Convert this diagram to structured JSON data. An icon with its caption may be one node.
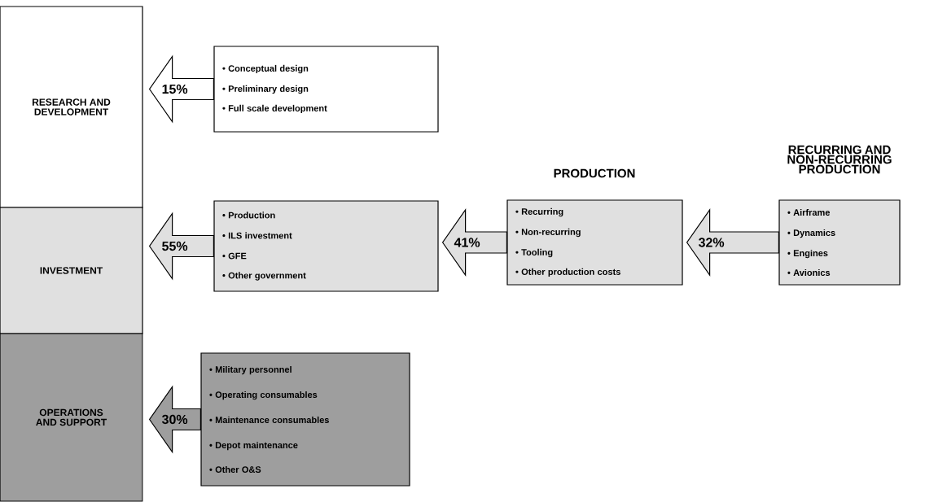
{
  "diagram": {
    "nodes": [
      {
        "text": [
          "RESEARCH AND DEVELOPMENT"
        ]
      },
      {
        "text": [
          "INVESTMENT"
        ]
      },
      {
        "text": [
          "OPERATIONS AND SUPPORT"
        ]
      },
      {
        "text": [
          "• Conceptual design",
          "• Preliminary design",
          "• Full scale development"
        ]
      },
      {
        "text": [
          "• Production",
          "• ILS investment",
          "• GFE",
          "• Other government"
        ]
      },
      {
        "text": [
          "• Military personnel",
          "• Operating consumables",
          "• Maintenance consumables",
          "• Depot maintenance",
          "• Other O&S"
        ]
      },
      {
        "text": [
          "PRODUCTION",
          "• Recurring",
          "• Non-recurring",
          "• Tooling",
          "• Other production costs"
        ]
      },
      {
        "text": [
          "RECURRING AND NON-RECURRING PRODUCTION",
          "• Airframe",
          "• Dynamics",
          "• Engines",
          "• Avionics"
        ]
      }
    ],
    "edges": [
      {
        "from": 3,
        "to": 0,
        "arrow": "to",
        "label": "15%"
      },
      {
        "from": 4,
        "to": 1,
        "arrow": "to",
        "label": "55%"
      },
      {
        "from": 5,
        "to": 2,
        "arrow": "to",
        "label": "30%"
      },
      {
        "from": 6,
        "to": 4,
        "arrow": "to",
        "label": "41%"
      },
      {
        "from": 7,
        "to": 6,
        "arrow": "to",
        "label": "32%"
      }
    ]
  }
}
